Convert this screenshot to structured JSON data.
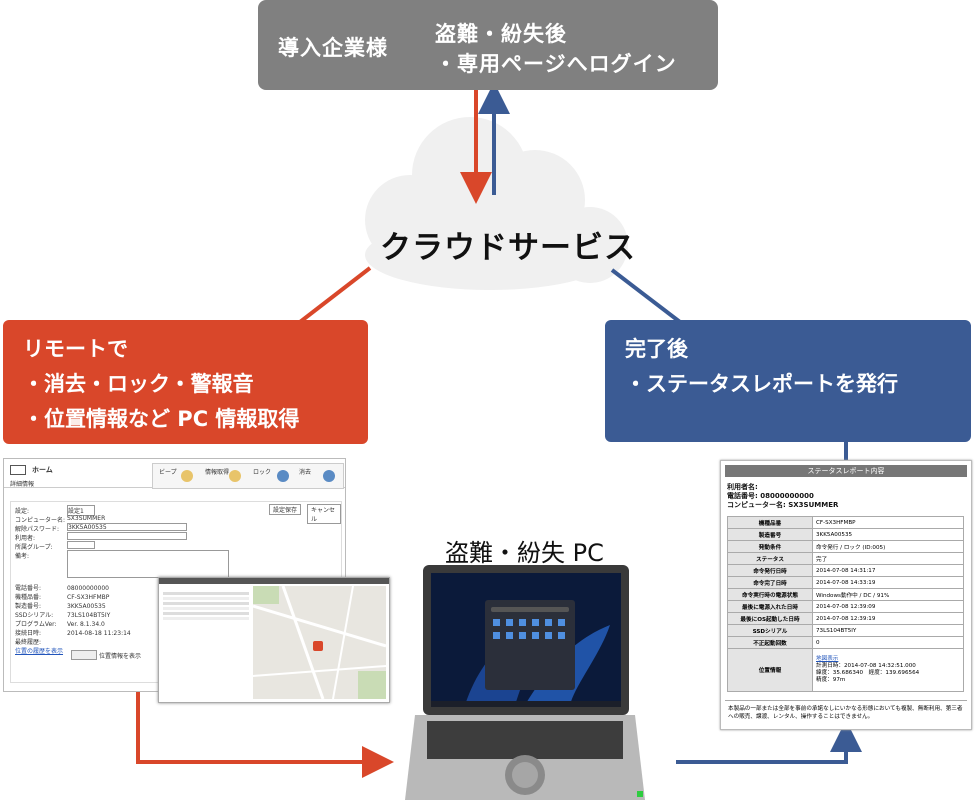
{
  "top_box": {
    "label_left": "導入企業様",
    "label_right_1": "盗難・紛失後",
    "label_right_2": "・専用ページへログイン"
  },
  "cloud": {
    "label": "クラウドサービス"
  },
  "red_box": {
    "lines": [
      "リモートで",
      "・消去・ロック・警報音",
      "・位置情報など PC 情報取得"
    ]
  },
  "blue_box": {
    "lines": [
      "完了後",
      "・ステータスレポートを発行"
    ]
  },
  "pc": {
    "label": "盗難・紛失 PC"
  },
  "left_panel": {
    "home": "ホーム",
    "detail_header": "詳細情報",
    "tabs": [
      "ビープ",
      "情報取得",
      "ロック",
      "消去"
    ],
    "save_btn": "設定保存",
    "cancel_btn": "キャンセル",
    "fields": [
      "設定:",
      "コンピューター名:",
      "解除パスワード:",
      "利用者:",
      "所属グループ:",
      "備考:"
    ],
    "setting_value": "設定1",
    "computer_name_value": "SX3SUMMER",
    "password_value": "3KK5A00535",
    "info_labels": [
      "電話番号:",
      "機種品番:",
      "製造番号:",
      "SSDシリアル:",
      "プログラムVer:",
      "接続日時:",
      "最終履歴:"
    ],
    "info_values": [
      "08000000000",
      "CF-SX3HFMBP",
      "3KK5A00535",
      "73LS104BT5IY",
      "Ver. 8.1.34.0",
      "2014-08-18 11:23:14",
      ""
    ],
    "history_link": "位置の履歴を表示",
    "show_map": "位置情報を表示"
  },
  "report": {
    "title": "ステータスレポート内容",
    "user_label": "利用者名:",
    "phone": "電話番号: 08000000000",
    "computer": "コンピューター名: SX3SUMMER",
    "rows": [
      {
        "k": "機種品番",
        "v": "CF-SX3HFMBP"
      },
      {
        "k": "製造番号",
        "v": "3KK5A00535"
      },
      {
        "k": "発動条件",
        "v": "命令発行 / ロック (ID:005)"
      },
      {
        "k": "ステータス",
        "v": "完了"
      },
      {
        "k": "命令発行日時",
        "v": "2014-07-08 14:31:17"
      },
      {
        "k": "命令完了日時",
        "v": "2014-07-08 14:33:19"
      },
      {
        "k": "命令実行時の電源状態",
        "v": "Windows動作中 / DC / 91%"
      },
      {
        "k": "最後に電源入れた日時",
        "v": "2014-07-08 12:39:09"
      },
      {
        "k": "最後にOS起動した日時",
        "v": "2014-07-08 12:39:19"
      },
      {
        "k": "SSDシリアル",
        "v": "73LS104BT5IY"
      },
      {
        "k": "不正起動回数",
        "v": "0"
      }
    ],
    "location_key": "位置情報",
    "location_link": "地図表示",
    "location_lines": [
      "計測日時：2014-07-08 14:32:51.000",
      "緯度：35.686340　経度：139.696564",
      "精度：97m"
    ],
    "note": "本製品の一部または全部を事前の承諾なしにいかなる形態においても複製、無断利用、第三者への販売、譲渡、レンタル、操作することはできません。"
  },
  "colors": {
    "red": "#d9472a",
    "blue": "#3b5b94",
    "gray": "#808080",
    "cloud": "#f0f0f0"
  }
}
